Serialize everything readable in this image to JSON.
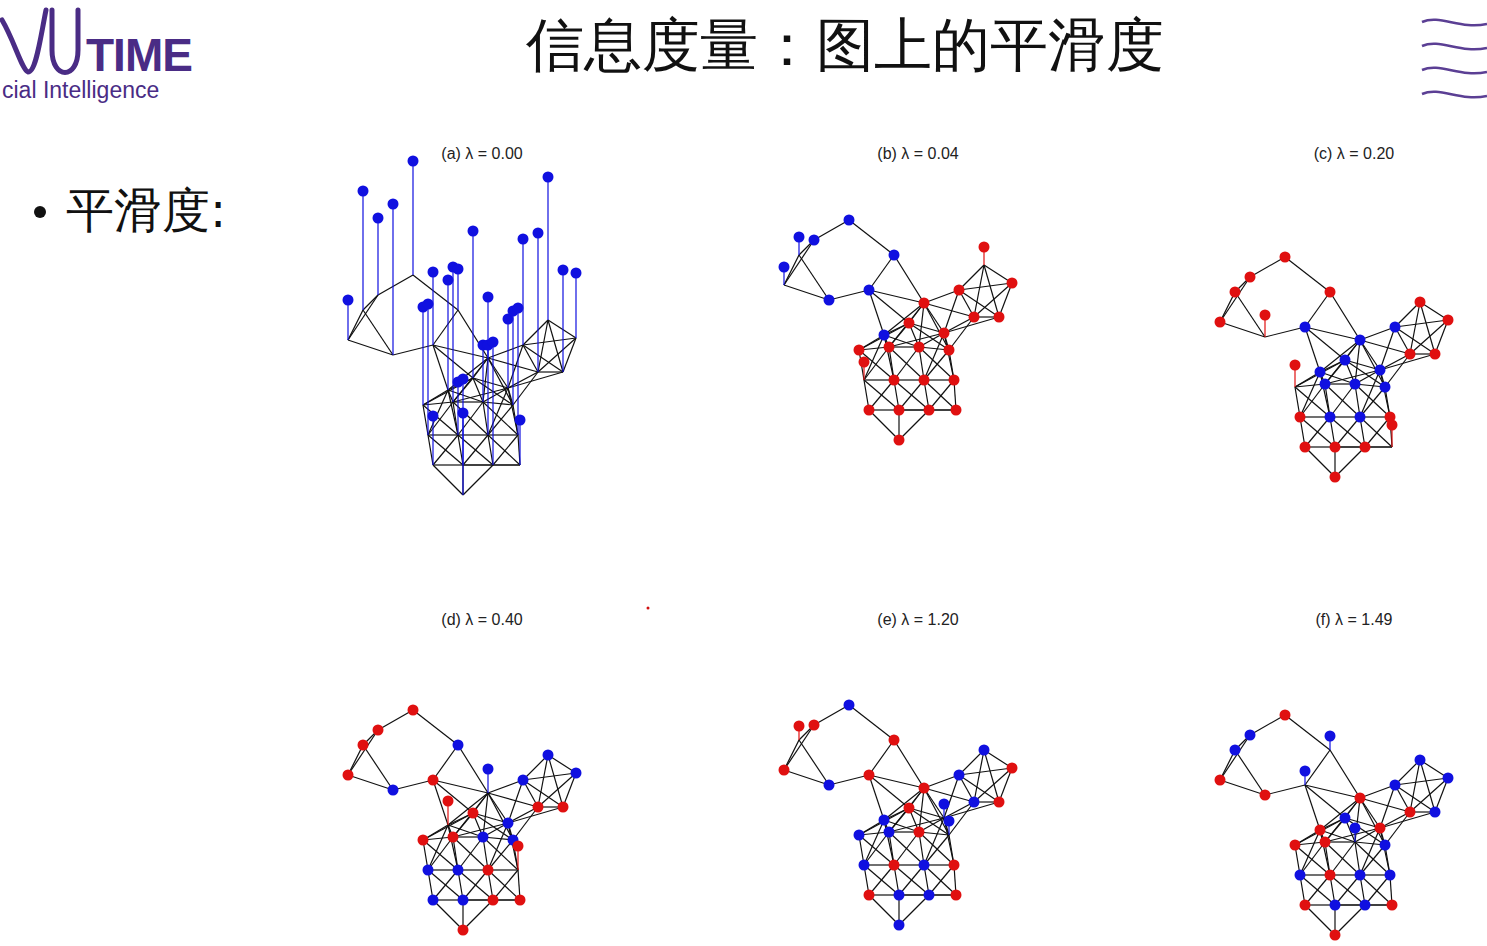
{
  "diagram": {
    "title": "信息度量：图上的平滑度",
    "labels": [
      "TIME",
      "cial Intelligence",
      "平滑度:",
      "(a) λ = 0.00",
      "(b) λ = 0.04",
      "(c) λ = 0.20",
      "(d) λ = 0.40",
      "(e) λ = 1.20",
      "(f) λ = 1.49"
    ]
  }
}
